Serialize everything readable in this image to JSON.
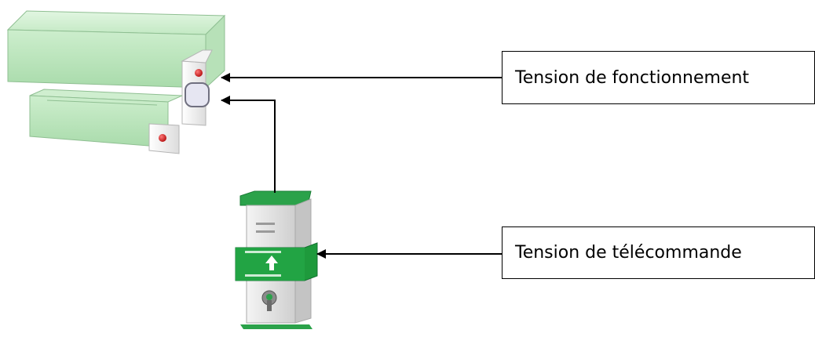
{
  "labels": {
    "operating_voltage": "Tension de fonctionnement",
    "remote_voltage": "Tension de télécommande"
  },
  "colors": {
    "lock_body": "#c9eec9",
    "lock_edge": "#8fbf92",
    "indicator": "#d81e1e",
    "switch_green": "#1e9a3c",
    "switch_body": "#e6e6e6",
    "arrow": "#000000"
  },
  "icons": {
    "lock": "door-magnet-lock",
    "switch": "emergency-release-switch"
  }
}
